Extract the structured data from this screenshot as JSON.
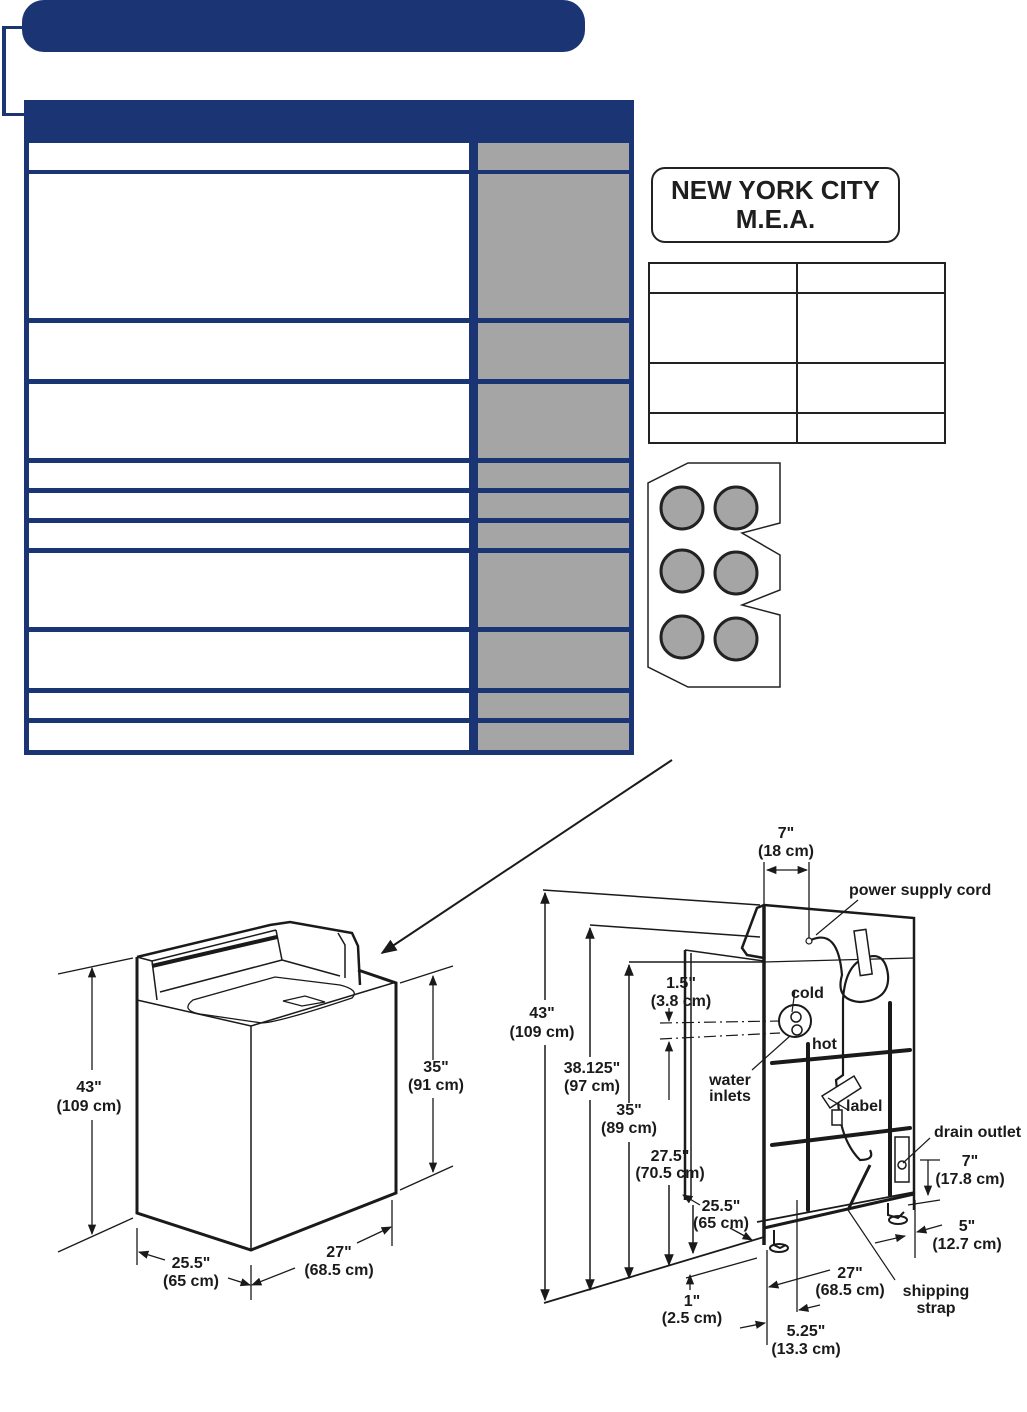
{
  "header": {
    "title": "",
    "accent_color": "#1b3474",
    "cell_fill_color": "#a6a5a6"
  },
  "spec_table": {
    "header": "",
    "rows": [
      {
        "label": "",
        "value": ""
      },
      {
        "label": "",
        "value": ""
      },
      {
        "label": "",
        "value": ""
      },
      {
        "label": "",
        "value": ""
      },
      {
        "label": "",
        "value": ""
      },
      {
        "label": "",
        "value": ""
      },
      {
        "label": "",
        "value": ""
      },
      {
        "label": "",
        "value": ""
      },
      {
        "label": "",
        "value": ""
      },
      {
        "label": "",
        "value": ""
      },
      {
        "label": "",
        "value": ""
      }
    ]
  },
  "nyc_badge": {
    "line1": "NEW YORK CITY",
    "line2": "M.E.A."
  },
  "nyc_table": {
    "rows": [
      [
        "",
        ""
      ],
      [
        "",
        ""
      ],
      [
        "",
        ""
      ],
      [
        "",
        ""
      ]
    ]
  },
  "coin_slide": {
    "slot_count": 6
  },
  "front_view": {
    "height_total": {
      "in": "43\"",
      "cm": "(109 cm)"
    },
    "height_cabinet": {
      "in": "35\"",
      "cm": "(91 cm)"
    },
    "depth": {
      "in": "25.5\"",
      "cm": "(65 cm)"
    },
    "width": {
      "in": "27\"",
      "cm": "(68.5 cm)"
    }
  },
  "rear_view": {
    "cord_offset": {
      "in": "7\"",
      "cm": "(18 cm)"
    },
    "height_total": {
      "in": "43\"",
      "cm": "(109 cm)"
    },
    "height_console": {
      "in": "38.125\"",
      "cm": "(97 cm)"
    },
    "height_cabinet": {
      "in": "35\"",
      "cm": "(89 cm)"
    },
    "inlet_spacing": {
      "in": "1.5\"",
      "cm": "(3.8 cm)"
    },
    "inlet_height": {
      "in": "27.5\"",
      "cm": "(70.5 cm)"
    },
    "depth": {
      "in": "25.5\"",
      "cm": "(65 cm)"
    },
    "leg_offset": {
      "in": "1\"",
      "cm": "(2.5 cm)"
    },
    "width": {
      "in": "27\"",
      "cm": "(68.5 cm)"
    },
    "side_offset": {
      "in": "5.25\"",
      "cm": "(13.3 cm)"
    },
    "drain_height": {
      "in": "7\"",
      "cm": "(17.8 cm)"
    },
    "drain_offset": {
      "in": "5\"",
      "cm": "(12.7 cm)"
    },
    "labels": {
      "power_cord": "power supply cord",
      "cold": "cold",
      "hot": "hot",
      "water_inlets_1": "water",
      "water_inlets_2": "inlets",
      "label": "label",
      "drain_outlet": "drain outlet",
      "shipping_strap_1": "shipping",
      "shipping_strap_2": "strap"
    }
  }
}
